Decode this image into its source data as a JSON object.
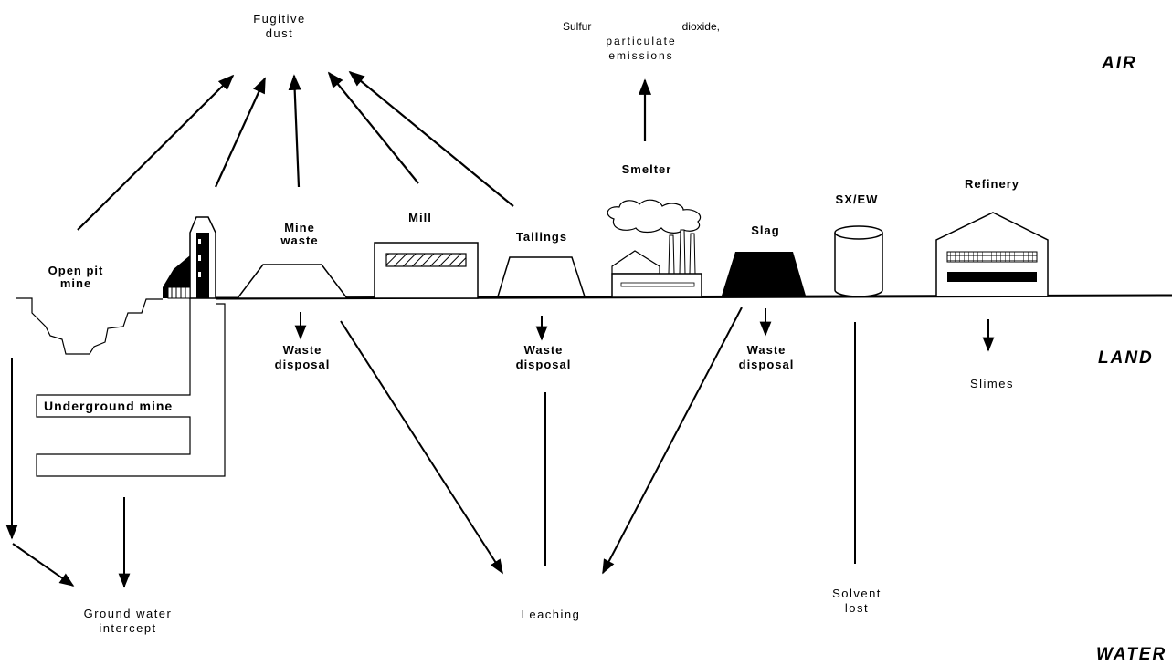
{
  "zones": {
    "air": "AIR",
    "land": "LAND",
    "water": "WATER"
  },
  "emissions": {
    "fugitive_dust": "Fugitive\ndust",
    "sulfur_line1_a": "Sulfur",
    "sulfur_line1_b": "dioxide,",
    "sulfur_line2": "particulate",
    "sulfur_line3": "emissions"
  },
  "facilities": {
    "open_pit": "Open pit\nmine",
    "mine_waste": "Mine\nwaste",
    "mill": "Mill",
    "tailings": "Tailings",
    "smelter": "Smelter",
    "slag": "Slag",
    "sxew": "SX/EW",
    "refinery": "Refinery",
    "underground": "Underground mine"
  },
  "land_outputs": {
    "waste_disposal_1": "Waste\ndisposal",
    "waste_disposal_2": "Waste\ndisposal",
    "waste_disposal_3": "Waste\ndisposal",
    "slimes": "Slimes"
  },
  "water_outputs": {
    "groundwater": "Ground water\nintercept",
    "leaching": "Leaching",
    "solvent": "Solvent\nlost"
  }
}
